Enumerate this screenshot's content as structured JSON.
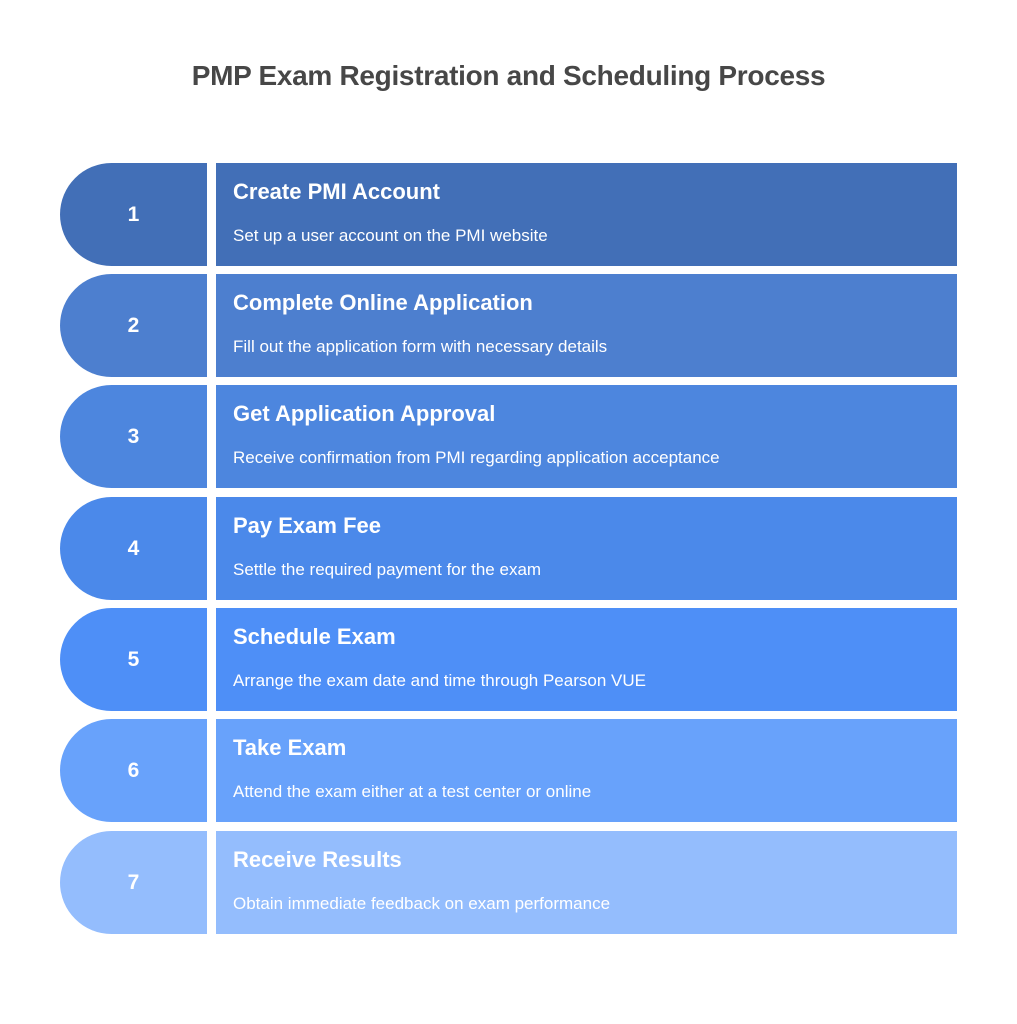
{
  "title": "PMP Exam Registration and Scheduling Process",
  "steps": [
    {
      "number": "1",
      "title": "Create PMI Account",
      "description": "Set up a user account on the PMI website",
      "color": "#426fb7"
    },
    {
      "number": "2",
      "title": "Complete Online Application",
      "description": "Fill out the application form with necessary details",
      "color": "#4d7fcf"
    },
    {
      "number": "3",
      "title": "Get Application Approval",
      "description": "Receive confirmation from PMI regarding application acceptance",
      "color": "#4d86de"
    },
    {
      "number": "4",
      "title": "Pay Exam Fee",
      "description": "Settle the required payment for the exam",
      "color": "#4b89ea"
    },
    {
      "number": "5",
      "title": "Schedule Exam",
      "description": "Arrange the exam date and time through Pearson VUE",
      "color": "#4e8ff7"
    },
    {
      "number": "6",
      "title": "Take Exam",
      "description": "Attend the exam either at a test center or online",
      "color": "#68a2fb"
    },
    {
      "number": "7",
      "title": "Receive Results",
      "description": "Obtain immediate feedback on exam performance",
      "color": "#94bdfd"
    }
  ]
}
